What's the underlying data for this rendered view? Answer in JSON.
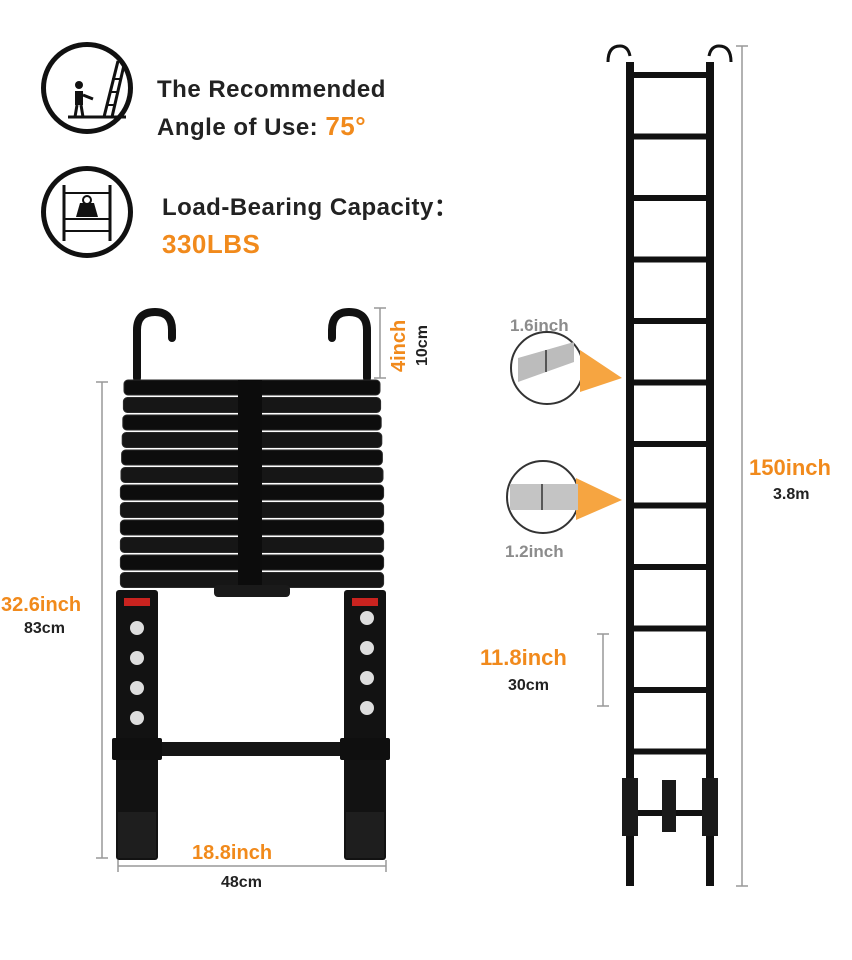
{
  "features": {
    "angle": {
      "icon": "ladder-person-icon",
      "line1": "The Recommended",
      "line2_prefix": "Angle of Use: ",
      "value": "75°"
    },
    "load": {
      "icon": "weight-on-ladder-icon",
      "line1": "Load-Bearing Capacity：",
      "value": "330LBS"
    }
  },
  "colors": {
    "accent": "#f18a1c",
    "text": "#222222",
    "ladder": "#111111",
    "dimension_line": "#999999"
  },
  "folded_ladder": {
    "hook_height": {
      "primary": "4inch",
      "secondary": "10cm"
    },
    "height": {
      "primary": "32.6inch",
      "secondary": "83cm"
    },
    "width": {
      "primary": "18.8inch",
      "secondary": "48cm"
    }
  },
  "extended_ladder": {
    "rung_section_top": {
      "label": "1.6inch"
    },
    "rung_section_bottom": {
      "label": "1.2inch"
    },
    "rung_spacing": {
      "primary": "11.8inch",
      "secondary": "30cm"
    },
    "height": {
      "primary": "150inch",
      "secondary": "3.8m"
    }
  }
}
